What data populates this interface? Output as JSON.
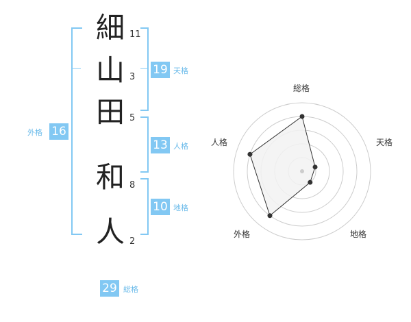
{
  "name": {
    "characters": [
      "細",
      "山",
      "田",
      "和",
      "人"
    ],
    "strokes": [
      "11",
      "3",
      "5",
      "8",
      "2"
    ]
  },
  "kakusu": {
    "tenkaku": {
      "value": "19",
      "label": "天格"
    },
    "jinkaku": {
      "value": "13",
      "label": "人格"
    },
    "chikaku": {
      "value": "10",
      "label": "地格"
    },
    "gaikaku": {
      "value": "16",
      "label": "外格"
    },
    "soukaku": {
      "value": "29",
      "label": "総格"
    }
  },
  "radar": {
    "axes": [
      "総格",
      "天格",
      "地格",
      "外格",
      "人格"
    ],
    "scores": [
      0.8,
      0.2,
      0.2,
      0.8,
      0.8
    ],
    "rings": 5,
    "fill_color": "#f2f2f2",
    "line_color": "#333333",
    "ring_color": "#cccccc"
  },
  "colors": {
    "accent": "#82c8f3",
    "accent_text": "#6bbbea"
  }
}
